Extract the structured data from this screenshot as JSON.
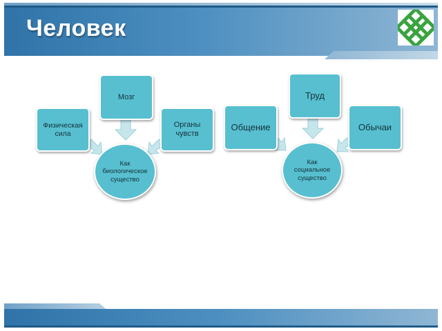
{
  "slide": {
    "title": "Человек"
  },
  "diagram_left": {
    "center": "Как биологическое существо",
    "nodes": {
      "top": "Мозг",
      "left": "Физическая сила",
      "right": "Органы чувств"
    }
  },
  "diagram_right": {
    "center": "Как социальное существо",
    "nodes": {
      "top": "Труд",
      "left": "Общение",
      "right": "Обычаи"
    }
  },
  "colors": {
    "banner": "#2f73a8",
    "node_fill": "#57bfd0",
    "arrow_fill": "#c6e6ec",
    "logo_green": "#3aa33f"
  },
  "icons": {
    "logo": "green-lattice-logo-icon"
  }
}
